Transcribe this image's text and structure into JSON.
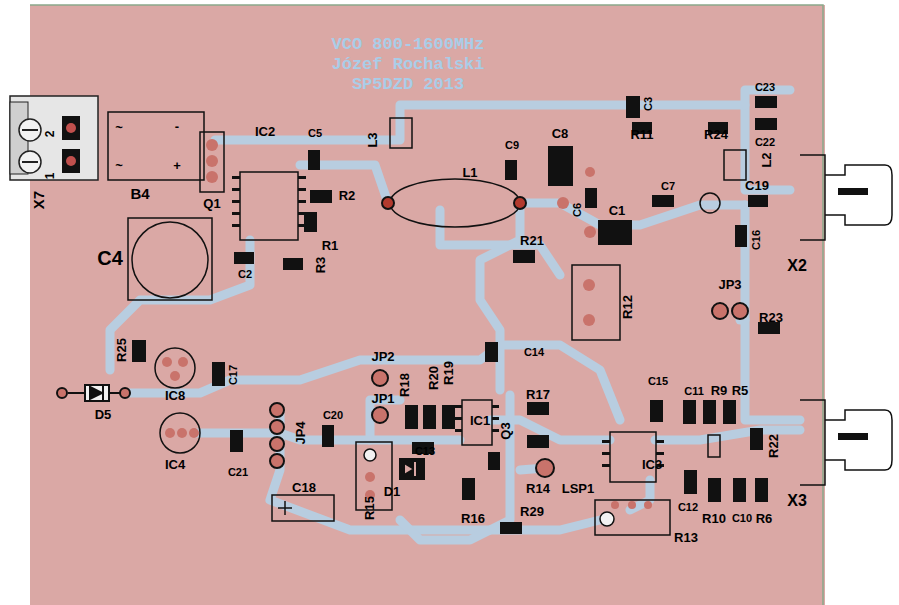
{
  "diagram": {
    "labels": [
      "VCO 800-1600MHz",
      "Józef Rochalski",
      "SP5DZD 2013",
      "2",
      "1",
      "X7",
      "~",
      "-",
      "~",
      "+",
      "B4",
      "Q1",
      "IC2",
      "C5",
      "L3",
      "R2",
      "R1",
      "R3",
      "C2",
      "C4",
      "L1",
      "C9",
      "C8",
      "C6",
      "C1",
      "C7",
      "C3",
      "R11",
      "R24",
      "C23",
      "C22",
      "L2",
      "C19",
      "C16",
      "X2",
      "R21",
      "R12",
      "JP3",
      "R23",
      "R25",
      "IC8",
      "C17",
      "D5",
      "IC4",
      "C21",
      "JP4",
      "C20",
      "JP2",
      "JP1",
      "R18",
      "R20",
      "R19",
      "C14",
      "R17",
      "IC1",
      "Q3",
      "C13",
      "D1",
      "C18",
      "R15",
      "R14",
      "LSP1",
      "R16",
      "R29",
      "R13",
      "IC3",
      "C15",
      "C11",
      "R9",
      "R5",
      "R22",
      "X3",
      "C12",
      "R10",
      "C10",
      "R6"
    ]
  }
}
